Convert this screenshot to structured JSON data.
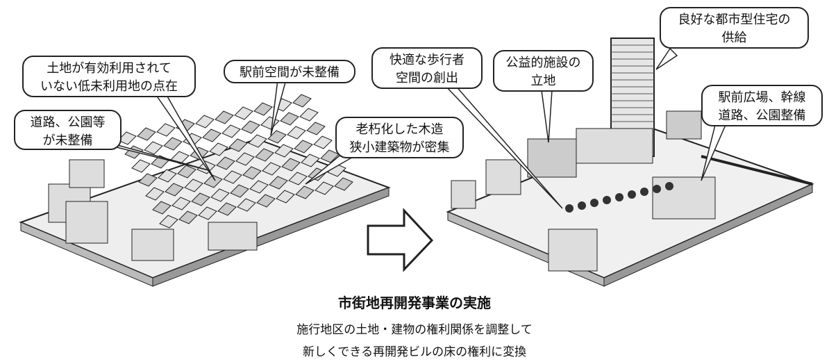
{
  "before": {
    "labels": [
      {
        "id": "underused-land",
        "text": "土地が有効利用されて\nいない低未利用地の点在"
      },
      {
        "id": "station-space",
        "text": "駅前空間が未整備"
      },
      {
        "id": "roads-parks",
        "text": "道路、公園等\nが未整備"
      },
      {
        "id": "old-wooden",
        "text": "老朽化した木造\n狭小建築物が密集"
      }
    ]
  },
  "after": {
    "labels": [
      {
        "id": "pedestrian-space",
        "text": "快適な歩行者\n空間の創出"
      },
      {
        "id": "public-facility",
        "text": "公益的施設の\n立地"
      },
      {
        "id": "urban-housing",
        "text": "良好な都市型住宅の\n供給"
      },
      {
        "id": "station-plaza",
        "text": "駅前広場、幹線\n道路、公園整備"
      }
    ]
  },
  "caption": {
    "title": "市街地再開発事業の実施",
    "line1": "施行地区の土地・建物の権利関係を調整して",
    "line2": "新しくできる再開発ビルの床の権利に変換"
  }
}
